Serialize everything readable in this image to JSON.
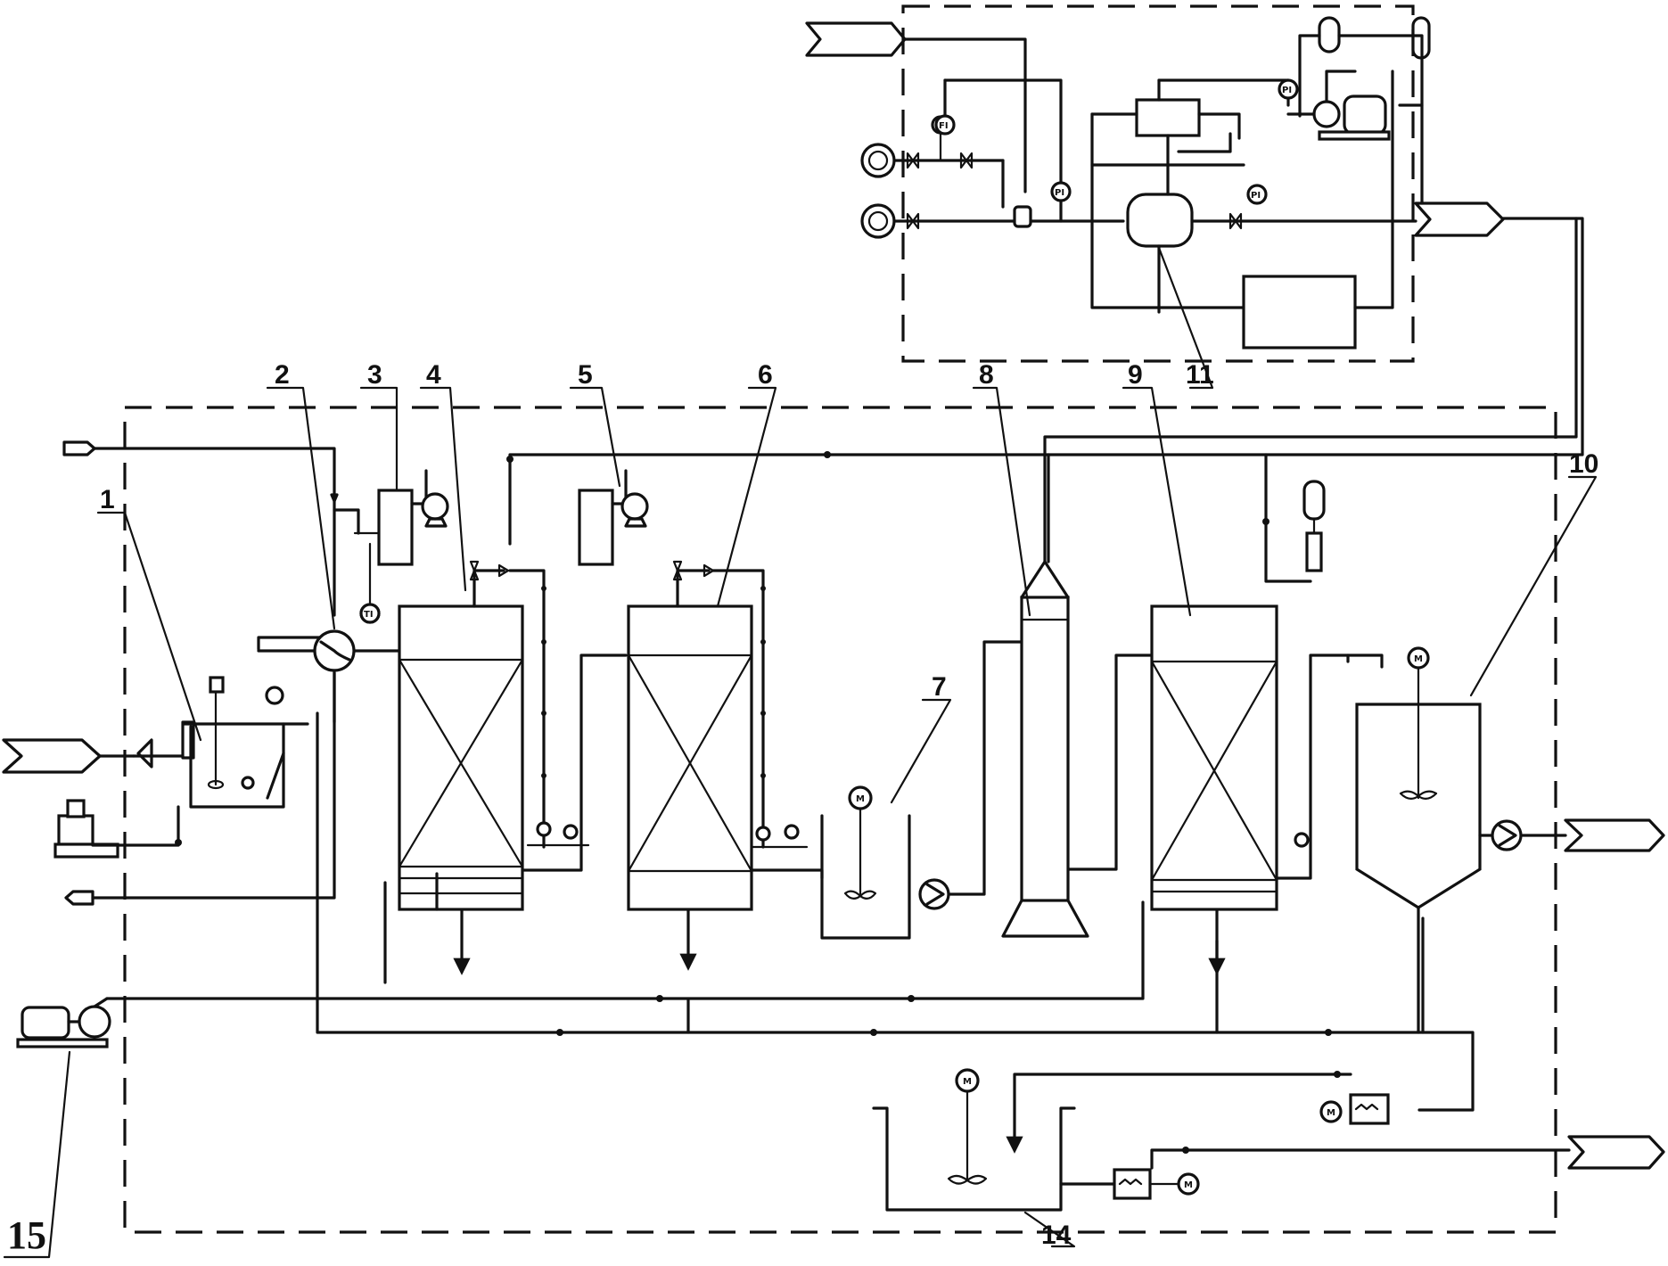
{
  "labels": {
    "n1": "1",
    "n2": "2",
    "n3": "3",
    "n4": "4",
    "n5": "5",
    "n6": "6",
    "n7": "7",
    "n8": "8",
    "n9": "9",
    "n10": "10",
    "n11": "11",
    "n14": "14",
    "n15": "15"
  },
  "instrument_tags": {
    "motor": "M",
    "fi": "FI",
    "pi": "PI",
    "ti": "TI"
  },
  "colors": {
    "line": "#111111",
    "background": "#ffffff"
  }
}
